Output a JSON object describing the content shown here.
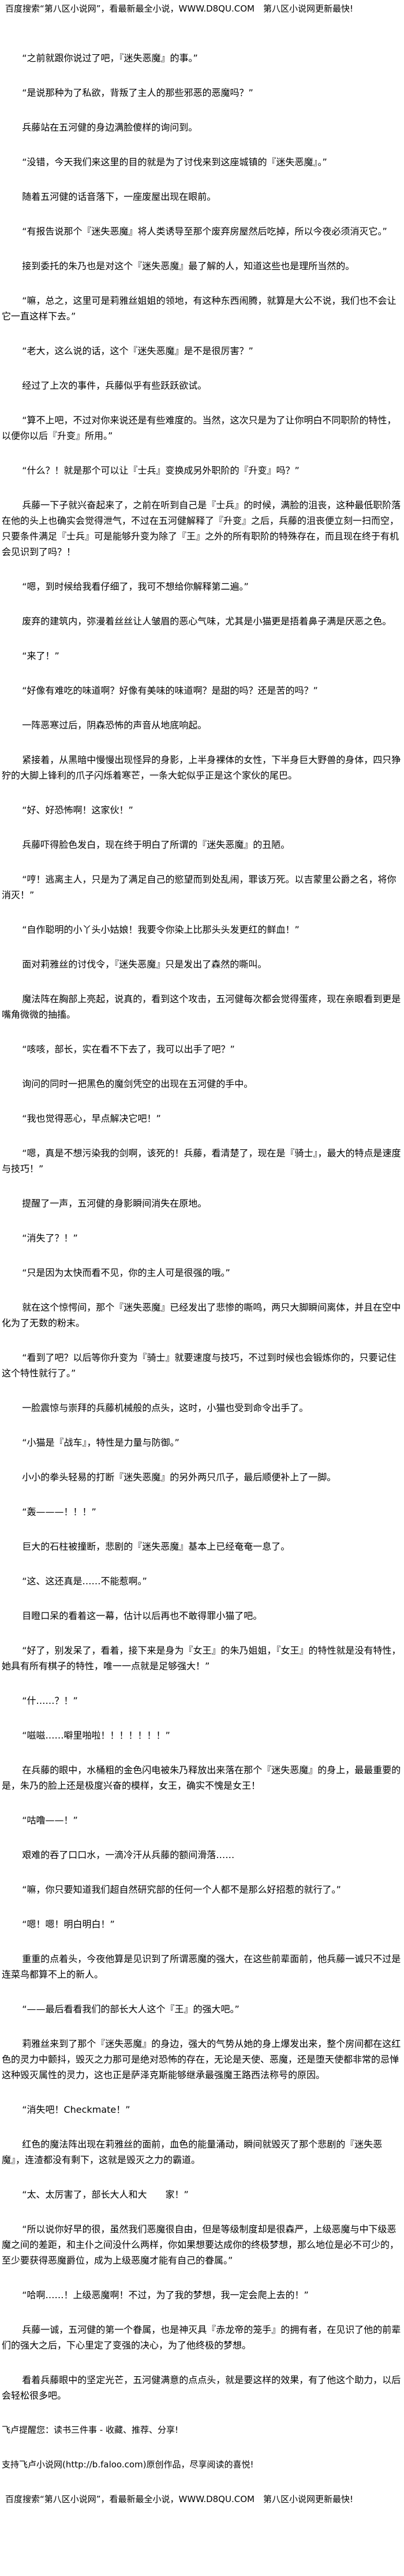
{
  "header": {
    "ad_text": "百度搜索“第八区小说网”，看最新最全小说，WWW.D8QU.COM　第八区小说网更新最快!"
  },
  "paragraphs": [
    "“之前就跟你说过了吧，『迷失恶魔』的事。”",
    "“是说那种为了私欲，背叛了主人的那些邪恶的恶魔吗？”",
    "兵藤站在五河健的身边满脸傻样的询问到。",
    "“没错，今天我们来这里的目的就是为了讨伐来到这座城镇的『迷失恶魔』。”",
    "随着五河健的话音落下，一座废屋出现在眼前。",
    "“有报告说那个『迷失恶魔』将人类诱导至那个废弃房屋然后吃掉，所以今夜必须消灭它。”",
    "接到委托的朱乃也是对这个『迷失恶魔』最了解的人，知道这些也是理所当然的。",
    "“嘛，总之，这里可是莉雅丝姐姐的领地，有这种东西闹腾，就算是大公不说，我们也不会让它一直这样下去。”",
    "“老大，这么说的话，这个『迷失恶魔』是不是很厉害？”",
    "经过了上次的事件，兵藤似乎有些跃跃欲试。",
    "“算不上吧，不过对你来说还是有些难度的。当然，这次只是为了让你明白不同职阶的特性，以便你以后『升变』所用。”",
    "“什么？！就是那个可以让『士兵』变换成另外职阶的『升变』吗？”",
    "兵藤一下子就兴奋起来了，之前在听到自己是『士兵』的时候，满脸的沮丧，这种最低职阶落在他的头上也确实会觉得泄气，不过在五河健解释了『升变』之后，兵藤的沮丧便立刻一扫而空，只要条件满足『士兵』可是能够升变为除了『王』之外的所有职阶的特殊存在，而且现在终于有机会见识到了吗？！",
    "“嗯，到时候给我看仔细了，我可不想给你解释第二遍。”",
    "废弃的建筑内，弥漫着丝丝让人皱眉的恶心气味，尤其是小猫更是捂着鼻子满是厌恶之色。",
    "“来了！”",
    "“好像有难吃的味道啊？好像有美味的味道啊？是甜的吗？还是苦的吗？”",
    "一阵恶寒过后，阴森恐怖的声音从地底响起。",
    "紧接着，从黑暗中慢慢出现怪异的身影，上半身裸体的女性，下半身巨大野兽的身体，四只狰狞的大脚上锋利的爪子闪烁着寒芒，一条大蛇似乎正是这个家伙的尾巴。",
    "“好、好恐怖啊！这家伙！”",
    "兵藤吓得脸色发白，现在终于明白了所谓的『迷失恶魔』的丑陋。",
    "“哼！逃离主人，只是为了满足自己的慾望而到处乱闹，罪该万死。以吉蒙里公爵之名，将你消灭！”",
    "“自作聪明的小丫头小姑娘！我要令你染上比那头头发更红的鲜血！”",
    "面对莉雅丝的讨伐令，『迷失恶魔』只是发出了森然的嘶叫。",
    "魔法阵在胸部上亮起，说真的，看到这个攻击，五河健每次都会觉得蛋疼，现在亲眼看到更是嘴角微微的抽搐。",
    "“咳咳，部长，实在看不下去了，我可以出手了吧？”",
    "询问的同时一把黑色的魔剑凭空的出现在五河健的手中。",
    "“我也觉得恶心，早点解决它吧！”",
    "“嗯，真是不想污染我的剑啊，该死的！兵藤，看清楚了，现在是『骑士』，最大的特点是速度与技巧！”",
    "提醒了一声，五河健的身影瞬间消失在原地。",
    "“消失了？！”",
    "“只是因为太快而看不见，你的主人可是很强的哦。”",
    "就在这个惊愕间，那个『迷失恶魔』已经发出了悲惨的嘶鸣，两只大脚瞬间离体，并且在空中化为了无数的粉末。",
    "“看到了吧？以后等你升变为『骑士』就要速度与技巧，不过到时候也会锻炼你的，只要记住这个特性就行了。”",
    "一脸震惊与崇拜的兵藤机械般的点头，这时，小猫也受到命令出手了。",
    "“小猫是『战车』，特性是力量与防御。”",
    "小小的拳头轻易的打断『迷失恶魔』的另外两只爪子，最后顺便补上了一脚。",
    "“轰———！！！”",
    "巨大的石柱被撞断，悲剧的『迷失恶魔』基本上已经奄奄一息了。",
    "“这、这还真是……不能惹啊。”",
    "目瞪口呆的看着这一幕，估计以后再也不敢得罪小猫了吧。",
    "“好了，别发呆了，看着，接下来是身为『女王』的朱乃姐姐，『女王』的特性就是没有特性，她具有所有棋子的特性，唯一一点就是足够强大！”",
    "“什……？！”",
    "“嗞嗞……噼里啪啦！！！！！！！”",
    "在兵藤的眼中，水桶粗的金色闪电被朱乃释放出来落在那个『迷失恶魔』的身上，最最重要的是，朱乃的脸上还是极度兴奋的模样，女王，确实不愧是女王！",
    "“咕噜——！”",
    "艰难的吞了口口水，一滴冷汗从兵藤的额间滑落……",
    "“嘛，你只要知道我们超自然研究部的任何一个人都不是那么好招惹的就行了。”",
    "“嗯！嗯！明白明白！”",
    "重重的点着头，今夜他算是见识到了所谓恶魔的强大，在这些前辈面前，他兵藤一诚只不过是连菜鸟都算不上的新人。",
    "“——最后看看我们的部长大人这个『王』的强大吧。”",
    "莉雅丝来到了那个『迷失恶魔』的身边，强大的气势从她的身上爆发出来，整个房间都在这红色的灵力中颤抖，毁灭之力那可是绝对恐怖的存在，无论是天使、恶魔，还是堕天使都非常的忌惮这种毁灭属性的灵力，这也正是萨泽克斯能够继承最强魔王路西法称号的原因。",
    "“消失吧！Checkmate！”",
    "红色的魔法阵出现在莉雅丝的面前，血色的能量涌动，瞬间就毁灭了那个悲剧的『迷失恶魔』，连渣都没有剩下，这就是毁灭之力的霸道。",
    "“太、太厉害了，部长大人和大　　家！”",
    "“所以说你好早的很，虽然我们恶魔很自由，但是等级制度却是很森严，上级恶魔与中下级恶魔之间的差距，和主仆之间没什么两样，你如果想要达成你的终极梦想，那么地位是必不可少的，至少要获得恶魔爵位，成为上级恶魔才能有自己的眷属。”",
    "“哈啊……！上级恶魔啊！不过，为了我的梦想，我一定会爬上去的！”",
    "兵藤一诚，五河健的第一个眷属，也是神灭具『赤龙帝的笼手』的拥有者，在见识了他的前辈们的强大之后，下心里定了变强的决心，为了他终极的梦想。",
    "看着兵藤眼中的坚定光芒，五河健满意的点点头，就是要这样的效果，有了他这个助力，以后会轻松很多吧。"
  ],
  "footer": {
    "reminder": "飞卢提醒您：读书三件事 - 收藏、推荐、分享!",
    "support": "支持飞卢小说网(http://b.faloo.com)原创作品，尽享阅读的喜悦!",
    "ad_text": "百度搜索“第八区小说网”，看最新最全小说，WWW.D8QU.COM　第八区小说网更新最快!"
  }
}
